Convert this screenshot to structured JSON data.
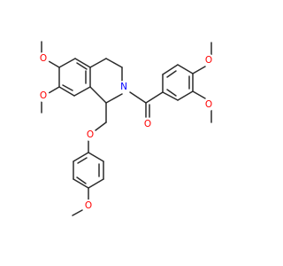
{
  "molecule": {
    "atom_color_O": "#ff0000",
    "atom_color_N": "#0000ff",
    "bond_color": "#2b2b2b",
    "atoms": [
      {
        "id": "O_ring_top",
        "label": "O",
        "color": "#ff0000"
      },
      {
        "id": "O_ring_bottom",
        "label": "O",
        "color": "#ff0000"
      },
      {
        "id": "N",
        "label": "N",
        "color": "#0000ff"
      },
      {
        "id": "O_carbonyl",
        "label": "O",
        "color": "#ff0000"
      },
      {
        "id": "O_benzoyl_top",
        "label": "O",
        "color": "#ff0000"
      },
      {
        "id": "O_benzoyl_meta",
        "label": "O",
        "color": "#ff0000"
      },
      {
        "id": "O_ether",
        "label": "O",
        "color": "#ff0000"
      },
      {
        "id": "O_para",
        "label": "O",
        "color": "#ff0000"
      }
    ]
  }
}
